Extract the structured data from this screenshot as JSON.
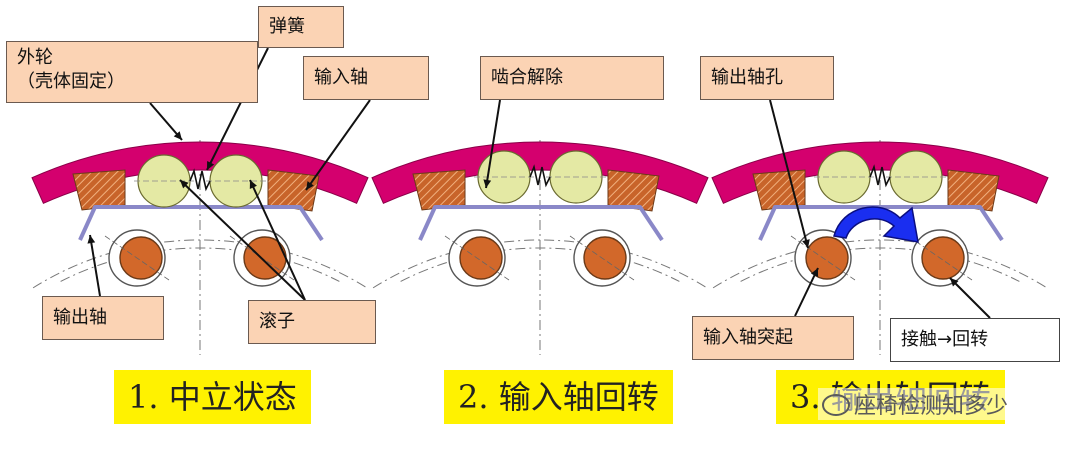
{
  "labels": {
    "outer_ring": "外轮",
    "outer_ring_note": "（壳体固定）",
    "spring": "弹簧",
    "input_shaft": "输入轴",
    "output_shaft": "输出轴",
    "roller": "滚子",
    "disengage": "啮合解除",
    "output_shaft_hole": "输出轴孔",
    "input_shaft_protrusion": "输入轴突起",
    "contact_rotate": "接触→回转"
  },
  "captions": {
    "stage1": "1. 中立状态",
    "stage2": "2. 输入轴回转",
    "stage3": "3. 输出轴回转"
  },
  "watermark": "座椅检测知多少",
  "colors": {
    "outer_ring": "#d4006e",
    "roller": "#e4e9a4",
    "pad": "#c8642a",
    "output_plate": "#8a88c8",
    "shaft": "#d2682a",
    "label_bg": "#fbd3b4",
    "caption_bg": "#fff200",
    "arrow": "#1a2ef0"
  }
}
